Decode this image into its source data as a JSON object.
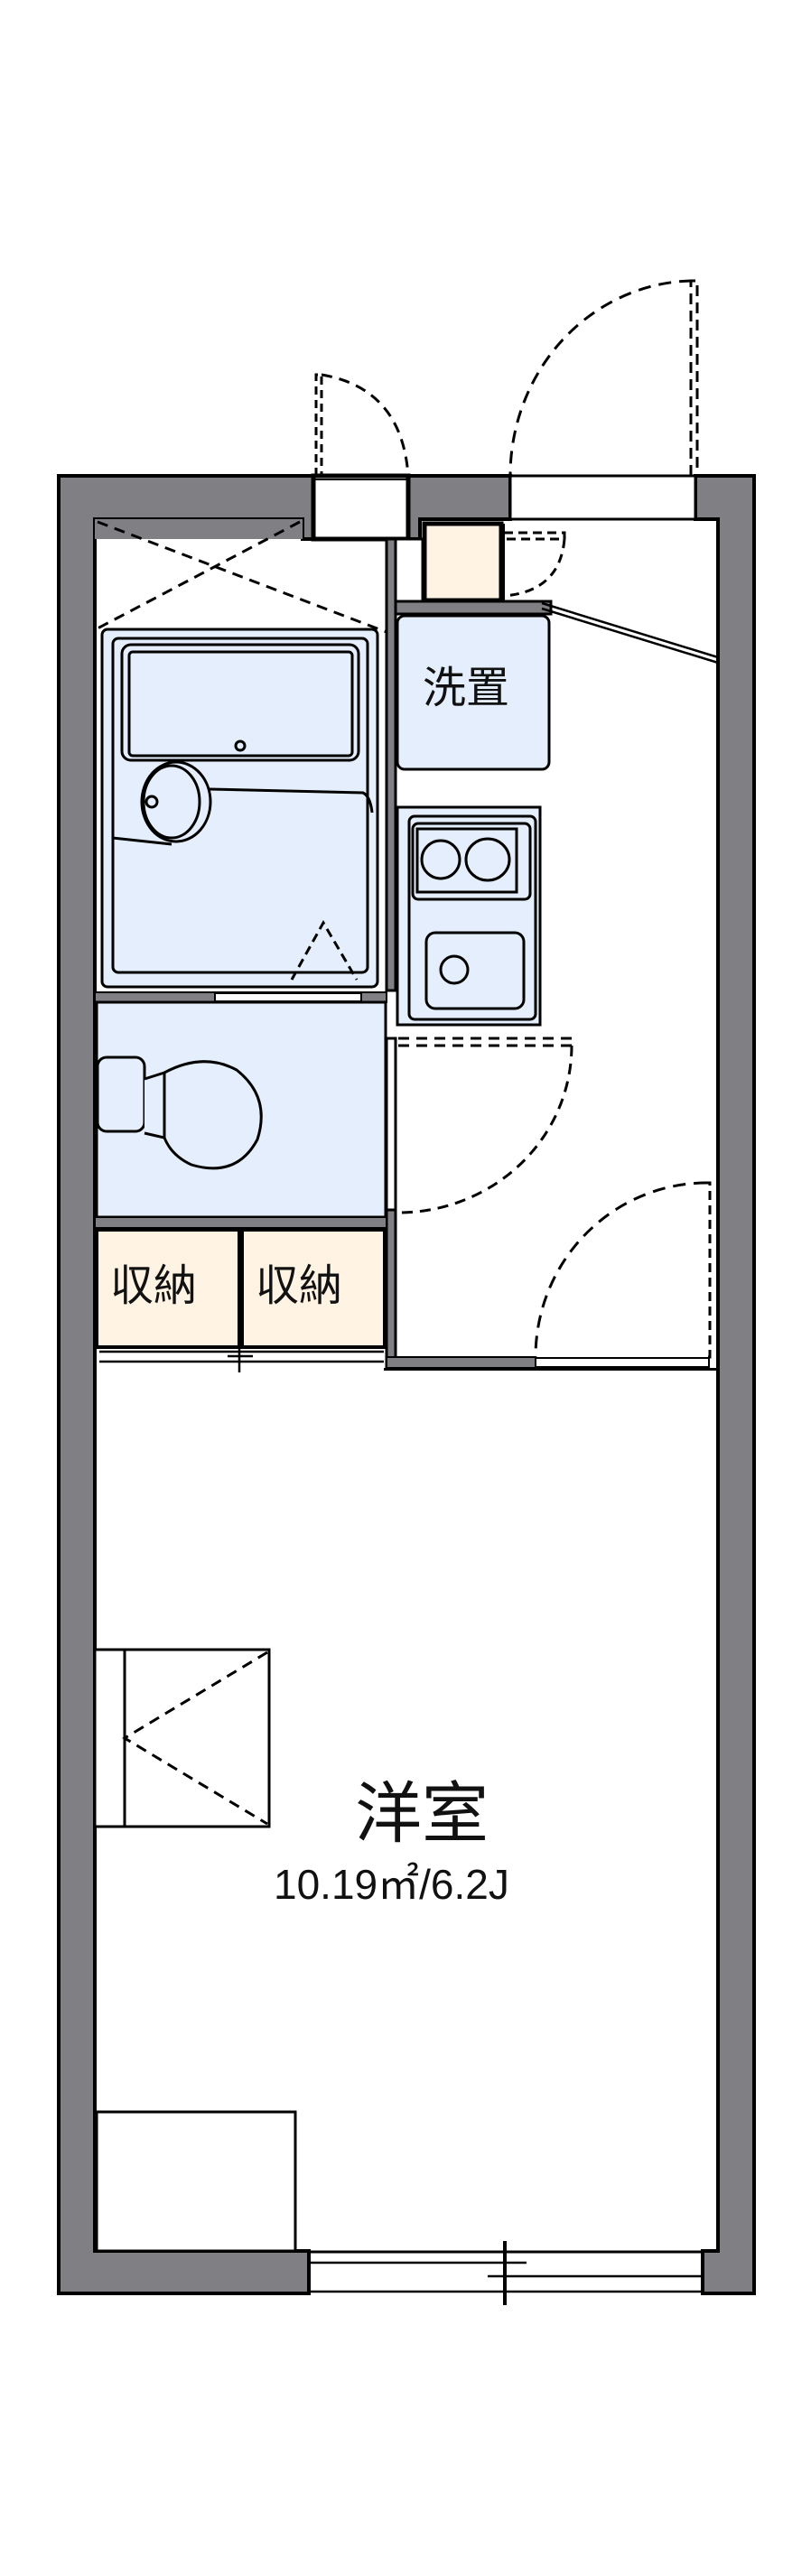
{
  "colors": {
    "wall": "#808084",
    "wet_area": "#e4eefc",
    "storage": "#fff3e3",
    "line": "#000000",
    "background": "#ffffff"
  },
  "floor_plan": {
    "layout_type": "1K",
    "rooms": [
      {
        "id": "western-room",
        "label": "洋室",
        "area": "10.19㎡/6.2J"
      },
      {
        "id": "washer-space",
        "label": "洗置"
      },
      {
        "id": "storage-1",
        "label": "収納"
      },
      {
        "id": "storage-2",
        "label": "収納"
      },
      {
        "id": "bathroom",
        "label": ""
      },
      {
        "id": "toilet",
        "label": ""
      },
      {
        "id": "kitchen",
        "label": ""
      },
      {
        "id": "entrance",
        "label": ""
      }
    ]
  }
}
